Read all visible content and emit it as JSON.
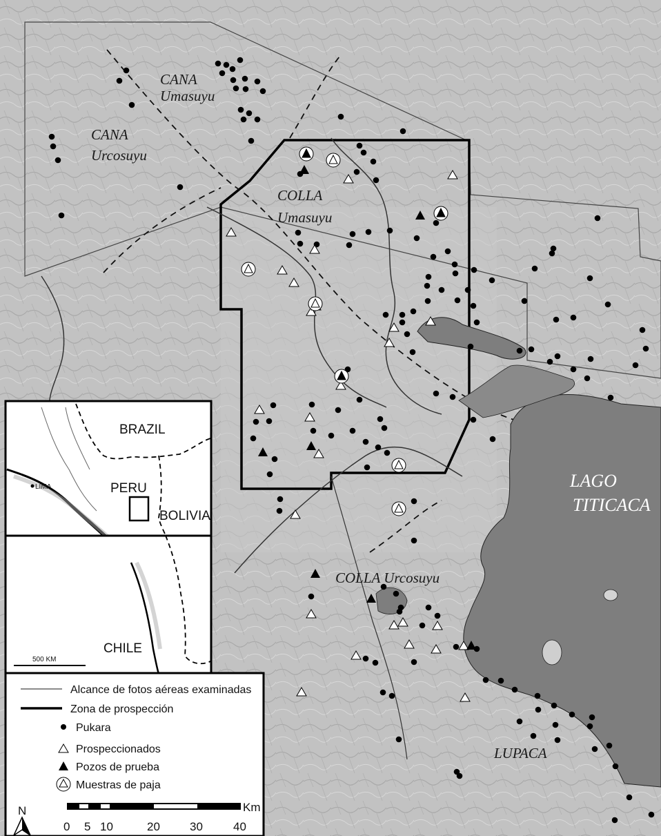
{
  "map": {
    "regions": {
      "cana": "CANA",
      "umasuyu": "Umasuyu",
      "urcosuyu": "Urcosuyu",
      "colla": "COLLA",
      "colla_urcosuyu": "COLLA Urcosuyu",
      "lupaca": "LUPACA"
    },
    "lake": {
      "line1": "LAGO",
      "line2": "TITICACA"
    },
    "site_count_note": ""
  },
  "inset": {
    "labels": {
      "brazil": "BRAZIL",
      "peru": "PERU",
      "bolivia": "BOLIVIA",
      "chile": "CHILE",
      "lima": "LIMA"
    },
    "scale_label": "500 KM"
  },
  "legend": {
    "items": [
      {
        "symbol": "thin-line",
        "label": "Alcance de fotos aéreas examinadas"
      },
      {
        "symbol": "thick-line",
        "label": "Zona de prospección"
      },
      {
        "symbol": "dot",
        "label": "Pukara"
      },
      {
        "symbol": "open-triangle",
        "label": "Prospeccionados"
      },
      {
        "symbol": "filled-triangle",
        "label": "Pozos de prueba"
      },
      {
        "symbol": "circled-triangle",
        "label": "Muestras de paja"
      }
    ],
    "north": "N",
    "scale": {
      "unit": "Km",
      "ticks": [
        "0",
        "5",
        "10",
        "20",
        "30",
        "40"
      ]
    }
  },
  "colors": {
    "terrain": "#bdbdbd",
    "lake": "#7d7d7d",
    "survey_line": "#000000"
  }
}
